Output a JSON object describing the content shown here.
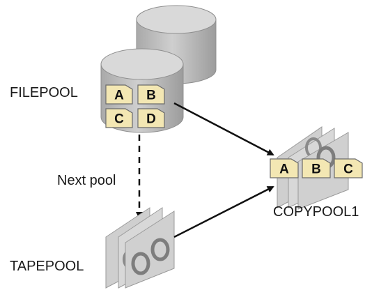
{
  "colors": {
    "cylinder_body": "#bdbdbd",
    "cylinder_top": "#d8d8d8",
    "cylinder_dark": "#9e9e9e",
    "folder_fill": "#f3e7b3",
    "folder_stroke": "#6b6b6b",
    "tape_fill": "#d4d4d4",
    "tape_dark": "#a8a8a8",
    "arrow": "#111111"
  },
  "icons": [
    "disk-cylinder-icon",
    "tape-cartridge-icon",
    "file-folder-icon"
  ],
  "labels": {
    "filepool": "FILEPOOL",
    "tapepool": "TAPEPOOL",
    "copypool": "COPYPOOL1",
    "next_pool": "Next pool"
  },
  "filepool_files": [
    "A",
    "B",
    "C",
    "D"
  ],
  "copypool_files": [
    "A",
    "B",
    "C"
  ]
}
